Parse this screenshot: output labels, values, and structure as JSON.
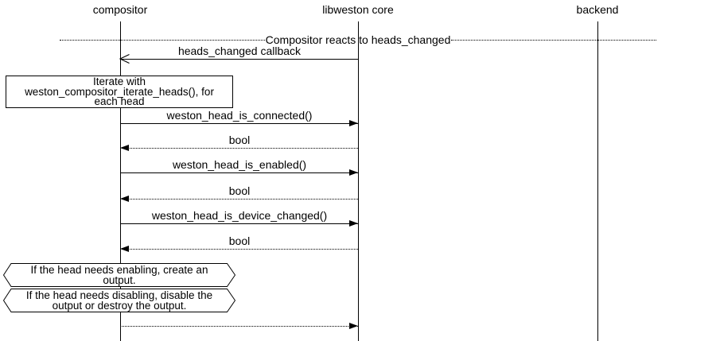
{
  "diagram": {
    "type": "sequence-diagram",
    "background": "#ffffff",
    "line_color": "#000000",
    "participants": [
      {
        "name": "compositor"
      },
      {
        "name": "libweston core"
      },
      {
        "name": "backend"
      }
    ],
    "divider": {
      "label": "Compositor reacts to heads_changed"
    },
    "note": {
      "lines": [
        "Iterate with",
        "weston_compositor_iterate_heads(), for",
        "each head"
      ]
    },
    "messages": [
      {
        "label": "heads_changed callback",
        "from": "libweston core",
        "to": "compositor",
        "line": "solid",
        "arrowhead": "open"
      },
      {
        "label": "weston_head_is_connected()",
        "from": "compositor",
        "to": "libweston core",
        "line": "solid",
        "arrowhead": "filled"
      },
      {
        "label": "bool",
        "from": "libweston core",
        "to": "compositor",
        "line": "dotted",
        "arrowhead": "filled"
      },
      {
        "label": "weston_head_is_enabled()",
        "from": "compositor",
        "to": "libweston core",
        "line": "solid",
        "arrowhead": "filled"
      },
      {
        "label": "bool",
        "from": "libweston core",
        "to": "compositor",
        "line": "dotted",
        "arrowhead": "filled"
      },
      {
        "label": "weston_head_is_device_changed()",
        "from": "compositor",
        "to": "libweston core",
        "line": "solid",
        "arrowhead": "filled"
      },
      {
        "label": "bool",
        "from": "libweston core",
        "to": "compositor",
        "line": "dotted",
        "arrowhead": "filled"
      },
      {
        "label": "",
        "from": "compositor",
        "to": "libweston core",
        "line": "dotted",
        "arrowhead": "filled"
      }
    ],
    "conditions": [
      {
        "lines": [
          "If the head needs enabling, create an",
          "output."
        ]
      },
      {
        "lines": [
          "If the head needs disabling, disable the",
          "output or destroy the output."
        ]
      }
    ]
  }
}
